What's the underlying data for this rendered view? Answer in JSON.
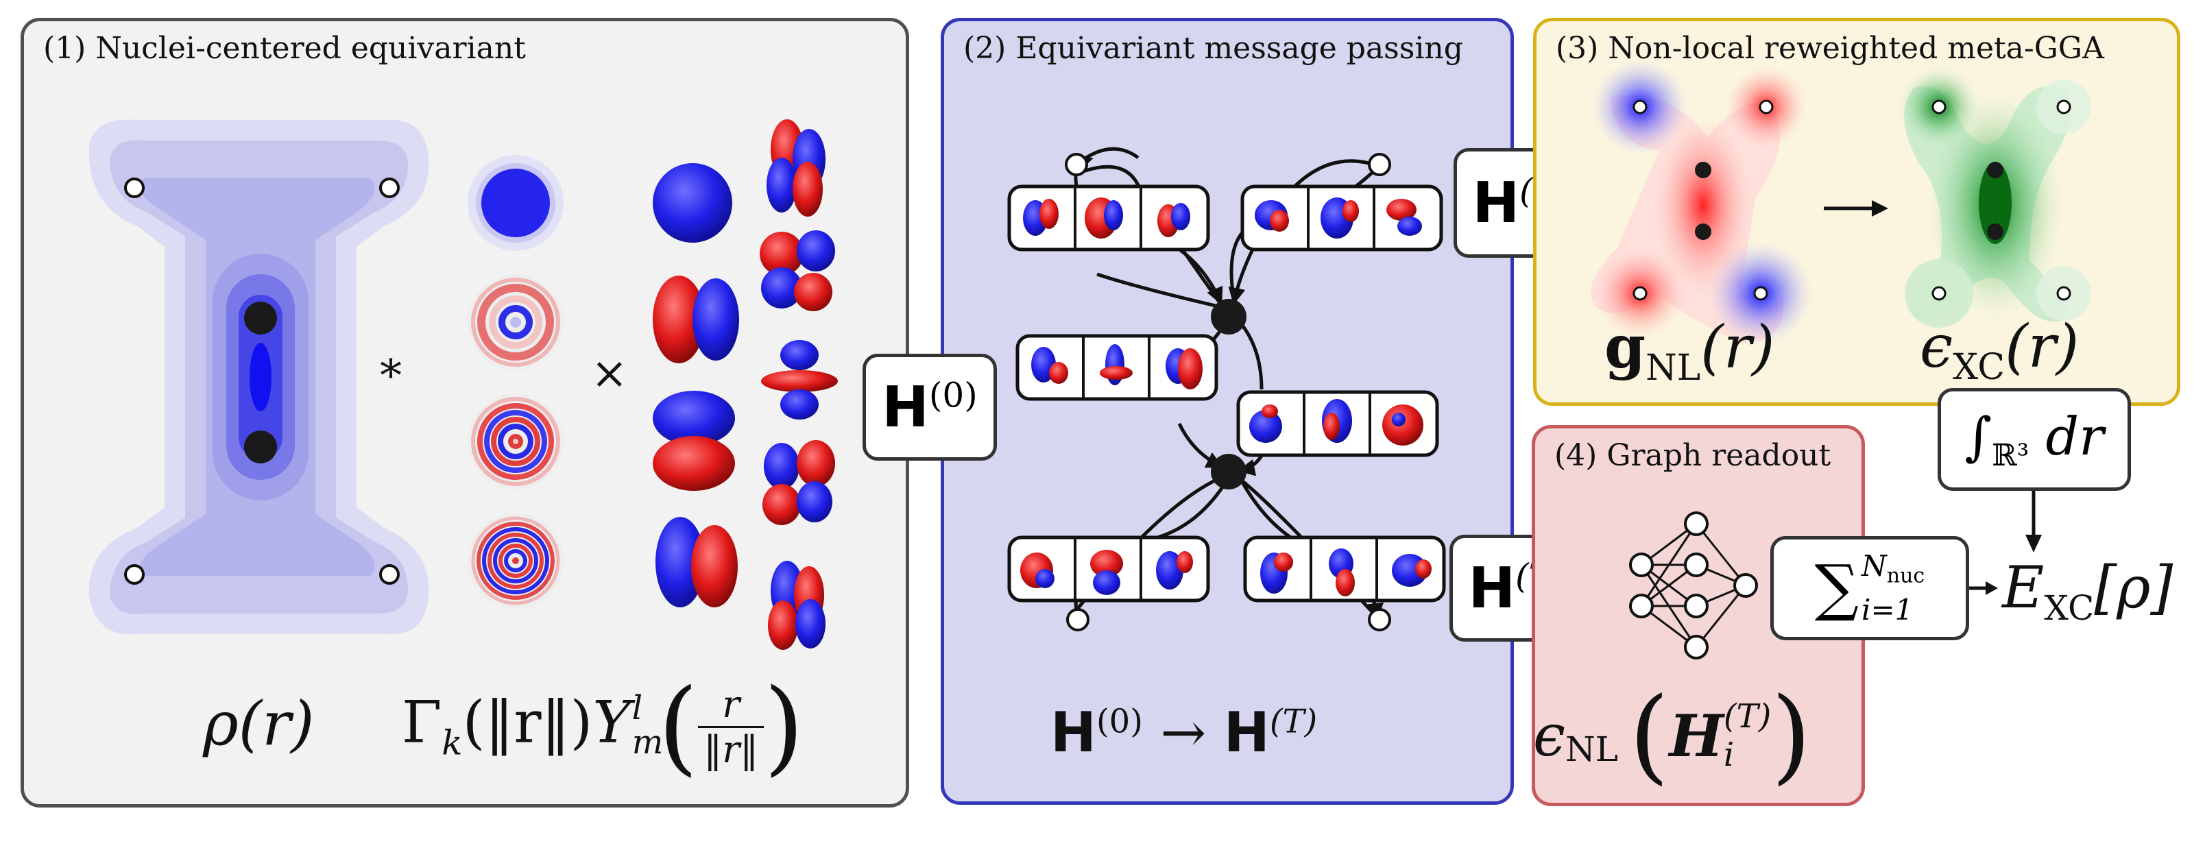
{
  "panels": {
    "p1": {
      "title": "(1) Nuclei-centered equivariant"
    },
    "p2": {
      "title": "(2) Equivariant message passing"
    },
    "p3": {
      "title": "(3) Non-local reweighted meta-GGA"
    },
    "p4": {
      "title": "(4) Graph readout"
    }
  },
  "symbols": {
    "convolve": "*",
    "times": "×",
    "arrow": "→",
    "H": "H",
    "sup0": "(0)",
    "supT": "(T)"
  },
  "labels": {
    "rho": "ρ(r)",
    "basis_gamma": "Γ",
    "basis_k": "k",
    "basis_norm": "(‖r‖)",
    "basis_Y": "Y",
    "basis_l": "l",
    "basis_m": "m",
    "frac_num": "r",
    "frac_den": "‖r‖",
    "g_nl": "g",
    "g_nl_sub": "NL",
    "g_nl_arg": "(r)",
    "eps_xc": "ϵ",
    "eps_xc_sub": "XC",
    "eps_xc_arg": "(r)",
    "integral": "∫",
    "integral_sub": "ℝ³",
    "integral_dr": "dr",
    "sum": "∑",
    "sum_sup": "N",
    "sum_sup_sub": "nuc",
    "sum_sub": "i=1",
    "exc": "E",
    "exc_sub": "XC",
    "exc_arg": "[ρ]",
    "eps_nl": "ϵ",
    "eps_nl_sub": "NL",
    "H_i": "H",
    "H_i_sub": "i",
    "H_i_sup": "(T)"
  },
  "colors": {
    "blue": "#2a2ae6",
    "red": "#e02020",
    "green": "#1f9a2e",
    "dark": "#1a1a1a"
  }
}
